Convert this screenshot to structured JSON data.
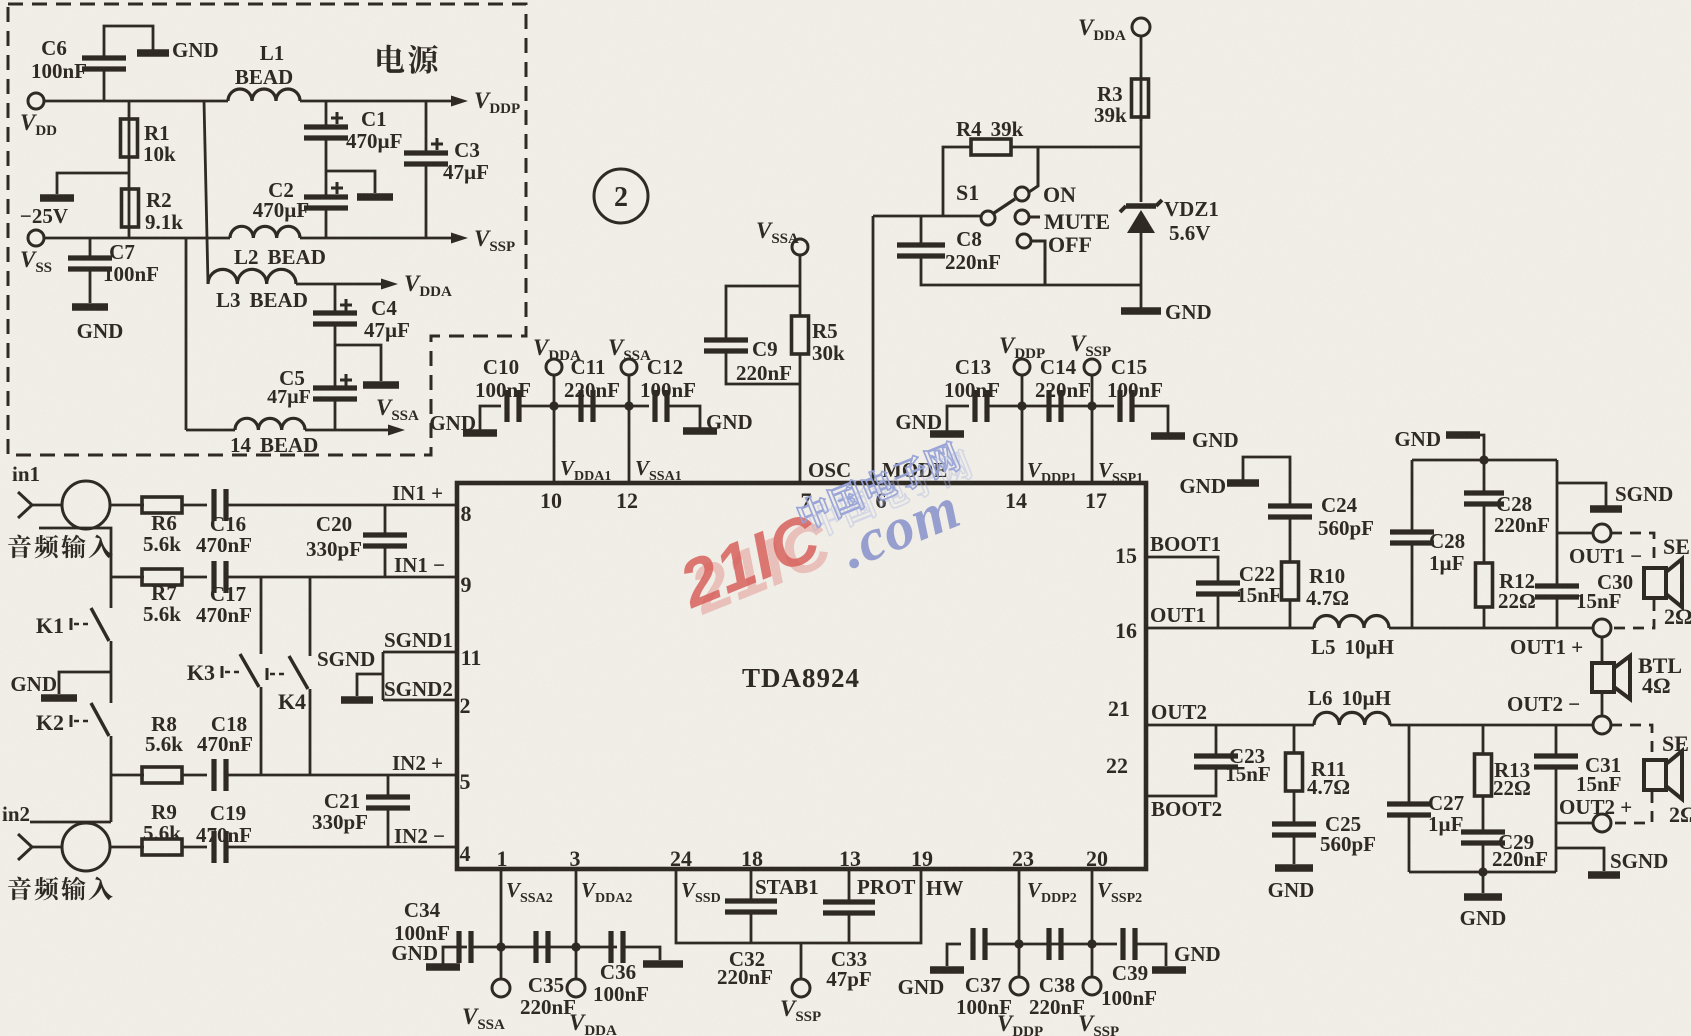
{
  "figure": {
    "number": "2"
  },
  "power": {
    "title": "电源"
  },
  "inputs": {
    "in1": "in1",
    "in2": "in2",
    "label_cn": "音频输入"
  },
  "watermark": {
    "brand": "21IC",
    "suffix": ".com",
    "site_cn": "中国电子网"
  },
  "nets": {
    "vdd": {
      "main": "V",
      "sub": "DD"
    },
    "vss": {
      "main": "V",
      "sub": "SS"
    },
    "vddp": {
      "main": "V",
      "sub": "DDP"
    },
    "vssp": {
      "main": "V",
      "sub": "SSP"
    },
    "vdda": {
      "main": "V",
      "sub": "DDA"
    },
    "vssa": {
      "main": "V",
      "sub": "SSA"
    },
    "neg25": "−25V",
    "gnd": "GND",
    "sgnd": "SGND"
  },
  "ic": {
    "part": "TDA8924",
    "pins": {
      "1": {
        "num": "1",
        "name": {
          "main": "V",
          "sub": "SSA2"
        }
      },
      "2": {
        "num": "2",
        "name": "SGND2"
      },
      "3": {
        "num": "3",
        "name": {
          "main": "V",
          "sub": "DDA2"
        }
      },
      "4": {
        "num": "4",
        "name": "IN2 −"
      },
      "5": {
        "num": "5",
        "name": "IN2 +"
      },
      "6": {
        "num": "6",
        "name": "MODE"
      },
      "7": {
        "num": "7",
        "name": "OSC"
      },
      "8": {
        "num": "8",
        "name": "IN1 +"
      },
      "9": {
        "num": "9",
        "name": "IN1 −"
      },
      "10": {
        "num": "10",
        "name": {
          "main": "V",
          "sub": "DDA1"
        }
      },
      "11": {
        "num": "11",
        "name": "SGND1"
      },
      "12": {
        "num": "12",
        "name": {
          "main": "V",
          "sub": "SSA1"
        }
      },
      "13": {
        "num": "13",
        "name": "PROT"
      },
      "14": {
        "num": "14",
        "name": {
          "main": "V",
          "sub": "DDP1"
        }
      },
      "15": {
        "num": "15",
        "name": "BOOT1"
      },
      "16": {
        "num": "16",
        "name": "OUT1"
      },
      "17": {
        "num": "17",
        "name": {
          "main": "V",
          "sub": "SSP1"
        }
      },
      "18": {
        "num": "18",
        "name": "STAB1"
      },
      "19": {
        "num": "19",
        "name": "HW"
      },
      "20": {
        "num": "20",
        "name": {
          "main": "V",
          "sub": "SSP2"
        }
      },
      "21": {
        "num": "21",
        "name": "OUT2"
      },
      "22": {
        "num": "22",
        "name": "BOOT2"
      },
      "23": {
        "num": "23",
        "name": {
          "main": "V",
          "sub": "DDP2"
        }
      },
      "24": {
        "num": "24",
        "name": {
          "main": "V",
          "sub": "SSD"
        }
      }
    }
  },
  "outputs": {
    "out1_plus": "OUT1 +",
    "out1_minus": "OUT1 −",
    "out2_plus": "OUT2 +",
    "out2_minus": "OUT2 −",
    "se1": {
      "label": "SE",
      "impedance": "2Ω"
    },
    "se2": {
      "label": "SE",
      "impedance": "2Ω"
    },
    "btl": {
      "label": "BTL",
      "impedance": "4Ω"
    }
  },
  "components": {
    "R1": {
      "ref": "R1",
      "value": "10k"
    },
    "R2": {
      "ref": "R2",
      "value": "9.1k"
    },
    "R3": {
      "ref": "R3",
      "value": "39k"
    },
    "R4": {
      "ref": "R4",
      "value": "39k"
    },
    "R5": {
      "ref": "R5",
      "value": "30k"
    },
    "R6": {
      "ref": "R6",
      "value": "5.6k"
    },
    "R7": {
      "ref": "R7",
      "value": "5.6k"
    },
    "R8": {
      "ref": "R8",
      "value": "5.6k"
    },
    "R9": {
      "ref": "R9",
      "value": "5.6k"
    },
    "R10": {
      "ref": "R10",
      "value": "4.7Ω"
    },
    "R11": {
      "ref": "R11",
      "value": "4.7Ω"
    },
    "R12": {
      "ref": "R12",
      "value": "22Ω"
    },
    "R13": {
      "ref": "R13",
      "value": "22Ω"
    },
    "C1": {
      "ref": "C1",
      "value": "470µF"
    },
    "C2": {
      "ref": "C2",
      "value": "470µF"
    },
    "C3": {
      "ref": "C3",
      "value": "47µF"
    },
    "C4": {
      "ref": "C4",
      "value": "47µF"
    },
    "C5": {
      "ref": "C5",
      "value": "47µF"
    },
    "C6": {
      "ref": "C6",
      "value": "100nF"
    },
    "C7": {
      "ref": "C7",
      "value": "100nF"
    },
    "C8": {
      "ref": "C8",
      "value": "220nF"
    },
    "C9": {
      "ref": "C9",
      "value": "220nF"
    },
    "C10": {
      "ref": "C10",
      "value": "100nF"
    },
    "C11": {
      "ref": "C11",
      "value": "220nF"
    },
    "C12": {
      "ref": "C12",
      "value": "100nF"
    },
    "C13": {
      "ref": "C13",
      "value": "100nF"
    },
    "C14": {
      "ref": "C14",
      "value": "220nF"
    },
    "C15": {
      "ref": "C15",
      "value": "100nF"
    },
    "C16": {
      "ref": "C16",
      "value": "470nF"
    },
    "C17": {
      "ref": "C17",
      "value": "470nF"
    },
    "C18": {
      "ref": "C18",
      "value": "470nF"
    },
    "C19": {
      "ref": "C19",
      "value": "470nF"
    },
    "C20": {
      "ref": "C20",
      "value": "330pF"
    },
    "C21": {
      "ref": "C21",
      "value": "330pF"
    },
    "C22": {
      "ref": "C22",
      "value": "15nF"
    },
    "C23": {
      "ref": "C23",
      "value": "15nF"
    },
    "C24": {
      "ref": "C24",
      "value": "560pF"
    },
    "C25": {
      "ref": "C25",
      "value": "560pF"
    },
    "C27": {
      "ref": "C27",
      "value": "1µF"
    },
    "C28a": {
      "ref": "C28",
      "value": "1µF"
    },
    "C28b": {
      "ref": "C28",
      "value": "220nF"
    },
    "C29": {
      "ref": "C29",
      "value": "220nF"
    },
    "C30": {
      "ref": "C30",
      "value": "15nF"
    },
    "C31": {
      "ref": "C31",
      "value": "15nF"
    },
    "C32": {
      "ref": "C32",
      "value": "220nF"
    },
    "C33": {
      "ref": "C33",
      "value": "47pF"
    },
    "C34": {
      "ref": "C34",
      "value": "100nF"
    },
    "C35": {
      "ref": "C35",
      "value": "220nF"
    },
    "C36": {
      "ref": "C36",
      "value": "100nF"
    },
    "C37": {
      "ref": "C37",
      "value": "100nF"
    },
    "C38": {
      "ref": "C38",
      "value": "220nF"
    },
    "C39": {
      "ref": "C39",
      "value": "100nF"
    },
    "L1": {
      "ref": "L1",
      "value": "BEAD"
    },
    "L2": {
      "ref": "L2",
      "value": "BEAD"
    },
    "L3": {
      "ref": "L3",
      "value": "BEAD"
    },
    "L4": {
      "ref": "14",
      "value": "BEAD"
    },
    "L5": {
      "ref": "L5",
      "value": "10µH"
    },
    "L6": {
      "ref": "L6",
      "value": "10µH"
    },
    "VDZ1": {
      "ref": "VDZ1",
      "value": "5.6V"
    },
    "S1": {
      "ref": "S1",
      "positions": [
        "ON",
        "MUTE",
        "OFF"
      ]
    },
    "K1": {
      "ref": "K1"
    },
    "K2": {
      "ref": "K2"
    },
    "K3": {
      "ref": "K3"
    },
    "K4": {
      "ref": "K4"
    }
  },
  "colors": {
    "ink": "#2b2720",
    "paper": "#f1efe8",
    "watermark_red": "#dd6b66",
    "watermark_blue": "#8c96cd"
  }
}
